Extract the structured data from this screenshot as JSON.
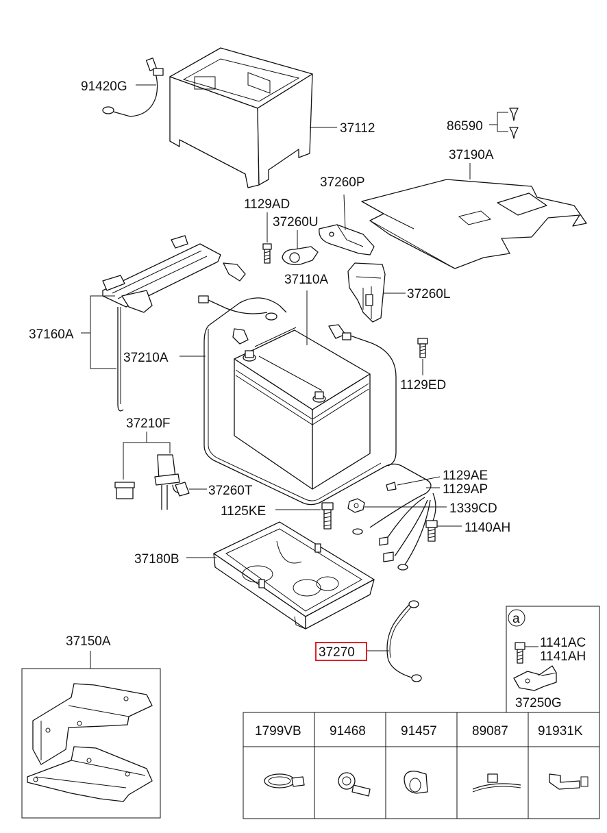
{
  "callouts": {
    "c91420G": "91420G",
    "c37112": "37112",
    "c86590": "86590",
    "c37190A": "37190A",
    "c37260P": "37260P",
    "c1129AD": "1129AD",
    "c37260U": "37260U",
    "c37110A": "37110A",
    "c37260L": "37260L",
    "c37160A": "37160A",
    "c37210A": "37210A",
    "c1129ED": "1129ED",
    "c37210F": "37210F",
    "c37260T": "37260T",
    "c1129AE": "1129AE",
    "c1129AP": "1129AP",
    "c1125KE": "1125KE",
    "c1339CD": "1339CD",
    "c1140AH": "1140AH",
    "c37180B": "37180B",
    "c37150A": "37150A",
    "c37270": "37270",
    "c1141AC": "1141AC",
    "c1141AH": "1141AH",
    "c37250G": "37250G"
  },
  "detail_box": {
    "marker": "a"
  },
  "parts_table": {
    "headers": [
      "1799VB",
      "91468",
      "91457",
      "89087",
      "91931K"
    ]
  },
  "highlight": {
    "part": "37270",
    "color": "#e0202a"
  }
}
